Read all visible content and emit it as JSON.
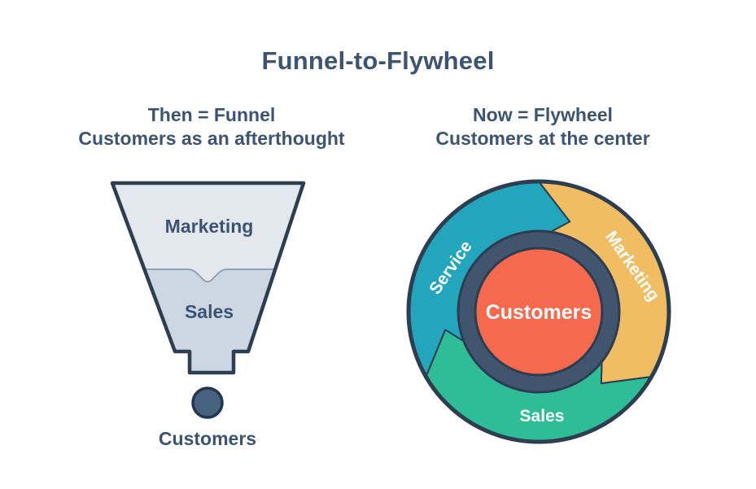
{
  "title": "Funnel-to-Flywheel",
  "colors": {
    "text_navy": "#3d5471",
    "outline_navy": "#2d3e50",
    "divider_gray": "#93a5b8"
  },
  "funnel_panel": {
    "heading": "Then = Funnel",
    "subheading": "Customers as an afterthought",
    "sections": [
      {
        "label": "Marketing",
        "color": "#e3e8ef"
      },
      {
        "label": "Sales",
        "color": "#cdd7e3"
      }
    ],
    "outlet": {
      "label": "Customers",
      "color": "#46627f"
    }
  },
  "flywheel_panel": {
    "heading": "Now = Flywheel",
    "subheading": "Customers at the center",
    "segments": [
      {
        "label": "Service",
        "color": "#23a5bd"
      },
      {
        "label": "Marketing",
        "color": "#f0bd62"
      },
      {
        "label": "Sales",
        "color": "#2ebd96"
      }
    ],
    "ring_color": "#41566e",
    "center": {
      "label": "Customers",
      "color": "#f5694d"
    }
  }
}
